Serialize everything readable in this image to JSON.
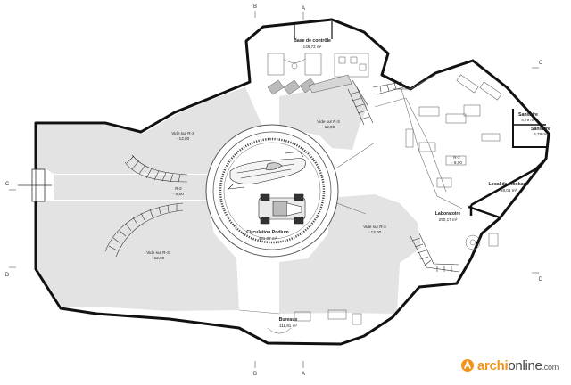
{
  "rooms": [
    {
      "id": "base",
      "name": "Base de contrôle",
      "area": "146,72 m²"
    },
    {
      "id": "lab",
      "name": "Laboratoire",
      "area": "290,17 m²"
    },
    {
      "id": "stock",
      "name": "Local de stockage",
      "area": "69,01 m²"
    },
    {
      "id": "san1",
      "name": "Sanitaire",
      "area": "4,79 m²"
    },
    {
      "id": "san2",
      "name": "Sanitaire",
      "area": "6,79 m²"
    },
    {
      "id": "bureaux",
      "name": "Bureaux",
      "area": "111,91 m²"
    },
    {
      "id": "podium",
      "name": "Circulation Podium",
      "area": "451,07 m²"
    }
  ],
  "levels": [
    {
      "id": "vide-w",
      "name": "Vide sur R-3",
      "value": "- 12,00"
    },
    {
      "id": "vide-n",
      "name": "Vide sur R-3",
      "value": "- 12,00"
    },
    {
      "id": "vide-sw",
      "name": "Vide sur R-3",
      "value": "- 12,00"
    },
    {
      "id": "vide-se",
      "name": "Vide sur R-3",
      "value": "- 12,00"
    },
    {
      "id": "r2-w",
      "name": "R-2",
      "value": "- 8,00"
    },
    {
      "id": "r2-e",
      "name": "R-2",
      "value": "- 8,00"
    }
  ],
  "section_marks": [
    "B",
    "A",
    "C",
    "C",
    "D",
    "D",
    "B",
    "A"
  ],
  "logo": {
    "brand": "archi",
    "rest": "online",
    "domain": ".com",
    "brand_color": "#f0941c"
  }
}
